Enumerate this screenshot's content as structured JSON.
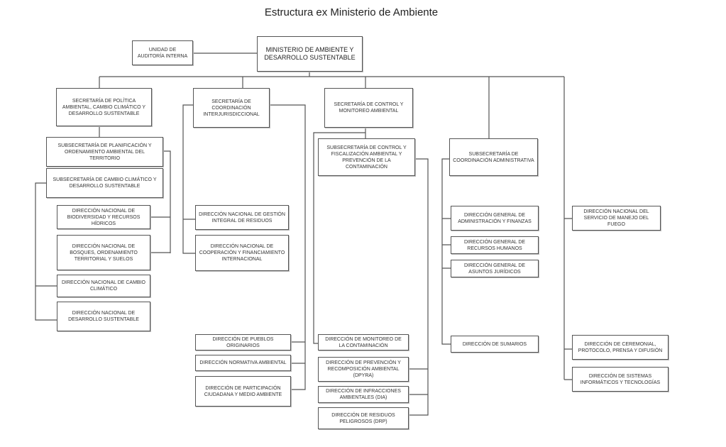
{
  "title": "Estructura ex Ministerio de Ambiente",
  "boxes": {
    "ministerio": "Ministerio de Ambiente y Desarrollo Sustentable",
    "auditoria": "Unidad de Auditoría Interna",
    "sec_politica": "Secretaría de Política Ambiental, Cambio Climático y Desarrollo Sustentable",
    "sec_coordinacion": "Secretaría de Coordinación Interjurisdiccional",
    "sec_control": "Secretaría de Control y Monitoreo Ambiental",
    "subsec_planificacion": "Subsecretaría de Planificación y Ordenamiento Ambiental del Territorio",
    "subsec_cambio": "Subsecretaría de Cambio Climático y Desarrollo Sustentable",
    "dn_biodiversidad": "Dirección Nacional de Biodiversidad y Recursos Hídricos",
    "dn_bosques": "Dirección Nacional de Bosques, Ordenamiento Territorial y Suelos",
    "dn_cambio_climatico": "Dirección Nacional de Cambio Climático",
    "dn_desarrollo": "Dirección Nacional de Desarrollo Sustentable",
    "dn_residuos": "Dirección Nacional de Gestión Integral de Residuos",
    "dn_cooperacion": "Dirección Nacional de Cooperación y Financiamiento Internacional",
    "d_pueblos": "Dirección de Pueblos Originarios",
    "d_normativa": "Dirección Normativa Ambiental",
    "d_participacion": "Dirección de Participación Ciudadana y Medio Ambiente",
    "subsec_control": "Subsecretaría de Control y Fiscalización Ambiental y Prevención de la Contaminación",
    "d_monitoreo": "Dirección de Monitoreo de la Contaminación",
    "d_prevencion": "Dirección de Prevención y Recomposición Ambiental (DPyRA)",
    "d_infracciones": "Dirección de Infracciones Ambientales (DIA)",
    "d_residuos_peligrosos": "Dirección de Residuos Peligrosos (DRP)",
    "subsec_admin": "Subsecretaría de Coordinación Administrativa",
    "dg_admin": "Dirección General de Administración y Finanzas",
    "dg_rrhh": "Dirección General de Recursos Humanos",
    "dg_juridicos": "Dirección General de Asuntos Jurídicos",
    "d_sumarios": "Dirección de Sumarios",
    "dn_fuego": "Dirección Nacional del Servicio de Manejo del Fuego",
    "d_ceremonial": "Dirección de Ceremonial, Protocolo, Prensa y Difusión",
    "d_sistemas": "Dirección de Sistemas Informáticos y Tecnologías"
  }
}
